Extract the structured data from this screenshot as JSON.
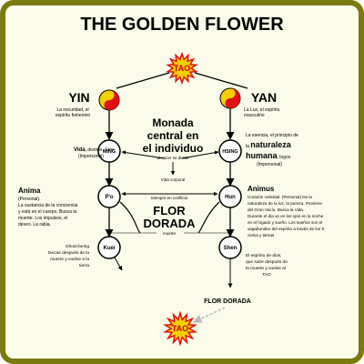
{
  "title": "THE GOLDEN FLOWER",
  "tao_top": "TAO",
  "tao_bottom": "TAO",
  "yin": {
    "label": "YIN",
    "desc": [
      "La oscuridad, el",
      "espíritu femenino"
    ]
  },
  "yan": {
    "label": "YAN",
    "desc": [
      "La Luz, el espíritu",
      "masculino"
    ]
  },
  "center": {
    "title": [
      "Monada",
      "central en",
      "el individuo"
    ],
    "birth": "al nacer se divide",
    "corporal": "Vida corporal",
    "conflict": "Siempre en conflicto",
    "flor": [
      "FLOR",
      "DORADA"
    ],
    "death": "muerte"
  },
  "nodes": {
    "ming": "MING",
    "hsing": "HSING",
    "po": "P'o",
    "hun": "Hun",
    "kuei": "Kuei",
    "shen": "Shen"
  },
  "ming_desc": {
    "bold": "Vida",
    "rest": ", destino, Eros",
    "line2": "(Impersonal)"
  },
  "hsing_desc": {
    "line1": "La esencia, el principio de",
    "line2_pre": "la ",
    "line2_big": "naturaleza",
    "line3_big": "humana",
    "line3_rest": ", logos",
    "line4": "(Impersonal)"
  },
  "anima": {
    "title": "Anima",
    "lines": [
      "(Personal).",
      "La sustancia de la conciencia",
      "y está en el cuerpo.  Busca la",
      "muerte.  Los impulsos, el",
      "deseo.  La rabia."
    ]
  },
  "animus": {
    "title": "Animus",
    "lines": [
      "Corazón celestial. (Personal) De la",
      "naturaleza de la luz, la pureza.  Proviene",
      "del Gran Vacío.  Busca la Vida.",
      "Durante el día ve en los ojos en la noche",
      "en el hígado y sueño. Los sueños son el",
      "vagabundeo del espíritu a través de los 9",
      "cielos y tierras"
    ]
  },
  "ghost": {
    "lines": [
      "Ghost-being",
      "Decae después de la",
      "muerte y vuelve a la",
      "tierra"
    ]
  },
  "spirit": {
    "lines": [
      "El espíritu de dios,",
      "que sube después de",
      "la muerte y vuelve al",
      "TAO"
    ]
  },
  "flor_bottom": "FLOR DORADA",
  "colors": {
    "border": "#7a7a10",
    "background": "#fbfbe9",
    "tao_fill": "#f5d000",
    "tao_stroke": "#e01010",
    "red_text": "#cc0000",
    "gray_arrow": "#bbbbbb"
  }
}
